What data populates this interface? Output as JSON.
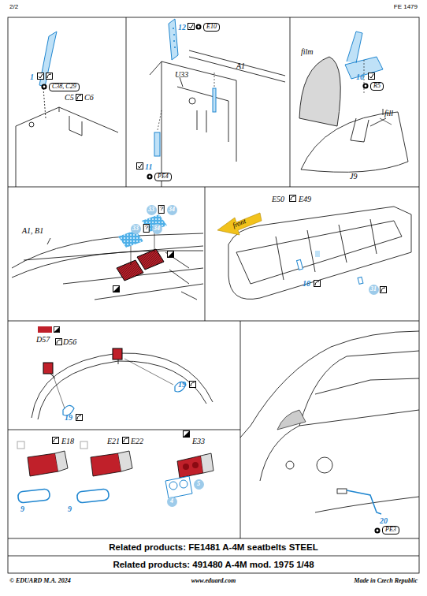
{
  "diagram": {
    "nodes": [
      {
        "text": [
          "C38, C29"
        ]
      },
      {
        "text": [
          "E10"
        ]
      },
      {
        "text": [
          "PE4"
        ]
      },
      {
        "text": [
          "R5"
        ]
      },
      {
        "text": [
          "33"
        ]
      },
      {
        "text": [
          "34"
        ]
      },
      {
        "text": [
          "33"
        ]
      },
      {
        "text": [
          "34"
        ]
      },
      {
        "text": [
          "31"
        ]
      },
      {
        "text": [
          "4"
        ]
      },
      {
        "text": [
          "5"
        ]
      },
      {
        "text": [
          "PE3"
        ]
      },
      {
        "text": [
          "Related products: FE1481 A-4M seatbelts STEEL"
        ]
      },
      {
        "text": [
          "Related products: 491480 A-4M mod. 1975 1/48"
        ]
      }
    ],
    "labels": [
      "2/2",
      "FE 1479",
      "1",
      "C5",
      "C6",
      "12",
      "U33",
      "A1",
      "11",
      "film",
      "16",
      "fill",
      "J9",
      "?",
      "A1, B1",
      "?",
      "E50",
      "E49",
      "front",
      "10",
      "D57",
      "D56",
      "19",
      "19",
      "E18",
      "9",
      "E21",
      "E22",
      "9",
      "E33",
      "20",
      "© EDUARD M.A. 2024",
      "www.eduard.com",
      "Made in Czech Republic"
    ]
  }
}
